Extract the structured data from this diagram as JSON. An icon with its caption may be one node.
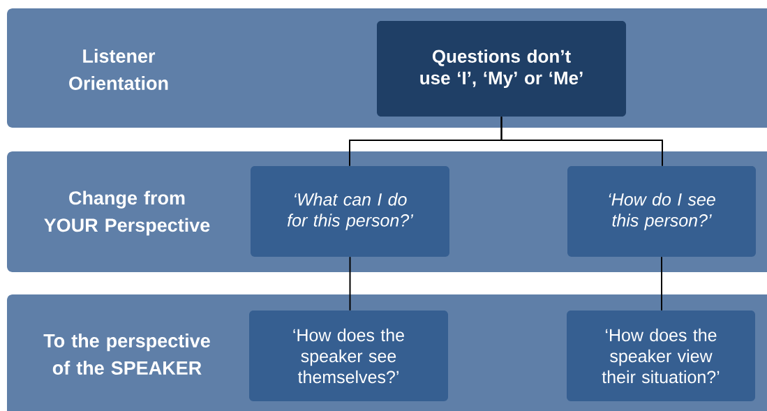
{
  "diagram": {
    "nodes": [
      {
        "text": [
          "Listener Orientation"
        ]
      },
      {
        "text": [
          "Questions don’t use ‘I’, ‘My’ or ‘Me’"
        ],
        "in": 0
      },
      {
        "text": [
          "Change from YOUR Perspective"
        ]
      },
      {
        "text": [
          "‘What can I do for this person?’"
        ],
        "in": 2
      },
      {
        "text": [
          "‘How do I see this person?’"
        ],
        "in": 2
      },
      {
        "text": [
          "To the perspective of the SPEAKER"
        ]
      },
      {
        "text": [
          "‘How does the speaker see themselves?’"
        ],
        "in": 5
      },
      {
        "text": [
          "‘How does the speaker view their situation?’"
        ],
        "in": 5
      }
    ],
    "edges": [
      {
        "from": 1,
        "to": 3,
        "arrow": "none"
      },
      {
        "from": 1,
        "to": 4,
        "arrow": "none"
      },
      {
        "from": 3,
        "to": 6,
        "arrow": "none"
      },
      {
        "from": 4,
        "to": 7,
        "arrow": "none"
      }
    ]
  }
}
